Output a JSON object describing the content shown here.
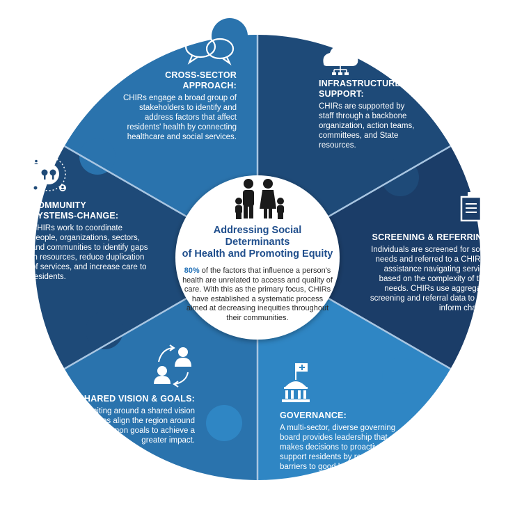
{
  "center": {
    "title_line1": "Addressing Social Determinants",
    "title_line2": "of Health and Promoting Equity",
    "highlight": "80%",
    "body": " of the factors that influence a person's health are unrelated to access and quality of care. With this as the primary focus, CHIRs have established a systematic process aimed at decreasing inequities throughout their communities."
  },
  "segments": {
    "cross_sector": {
      "title": "CROSS-SECTOR APPROACH:",
      "body": "CHIRs engage a broad group of stakeholders to identify and address factors that affect residents' health by connecting healthcare and social services."
    },
    "infrastructure": {
      "title_line1": "INFRASTRUCTURE",
      "title_line2": "SUPPORT:",
      "body": "CHIRs are supported by staff through a backbone organization, action teams, committees, and State resources."
    },
    "screening": {
      "title": "SCREENING & REFERRING:",
      "body": "Individuals are screened for social needs and referred to a CHIR for assistance navigating services based on the complexity of their needs. CHIRs use aggregated screening and referral data to help inform change."
    },
    "governance": {
      "title": "GOVERNANCE:",
      "body": "A multi-sector, diverse governing board provides leadership that makes decisions to proactively support residents by reducing barriers to good health."
    },
    "shared_vision": {
      "title": "SHARED VISION & GOALS:",
      "body": "Uniting around a shared vision helps align the region around common goals to achieve a greater impact."
    },
    "community": {
      "title_line1": "COMMUNITY",
      "title_line2": "SYSTEMS-CHANGE:",
      "body": "CHIRs work to coordinate people, organizations, sectors, and communities to identify gaps in resources, reduce duplication of services, and increase care to residents."
    }
  },
  "colors": {
    "blue_medium": "#2a73ad",
    "blue_dark": "#1e4a78",
    "blue_navy": "#1b3d68",
    "blue_bright": "#2f86c4",
    "seam": "#a9c6e2",
    "center_fill": "#ffffff",
    "title_blue": "#1f4e8c"
  }
}
